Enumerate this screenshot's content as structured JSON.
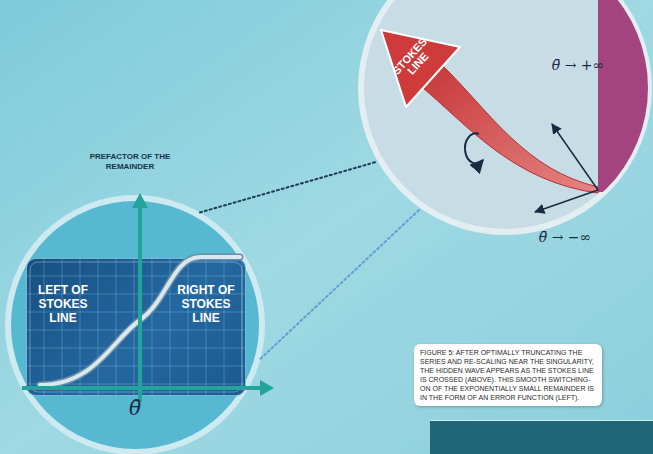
{
  "diagram": {
    "caption": "FIGURE 5: AFTER OPTIMALLY TRUNCATING THE SERIES AND RE-SCALING NEAR THE SINGULARITY, THE HIDDEN WAVE APPEARS AS THE STOKES LINE IS CROSSED (ABOVE). THIS SMOOTH SWITCHING-ON OF THE EXPONENTIALLY SMALL REMAINDER IS IN THE FORM OF AN ERROR FUNCTION (LEFT).",
    "nodes": [
      {
        "text": [
          "θ̄ → +∞",
          "θ̄ → −∞"
        ]
      },
      {
        "text": [
          "STOKES LINE"
        ],
        "in": 0
      },
      {
        "text": [
          "PREFACTOR OF THE REMAINDER",
          "θ̄"
        ]
      },
      {
        "text": [
          "LEFT OF STOKES LINE",
          "RIGHT OF STOKES LINE"
        ],
        "in": 2
      }
    ],
    "edges": [
      {
        "from": 2,
        "to": 0,
        "arrow": "none"
      },
      {
        "from": 2,
        "to": 0,
        "arrow": "none"
      }
    ]
  }
}
